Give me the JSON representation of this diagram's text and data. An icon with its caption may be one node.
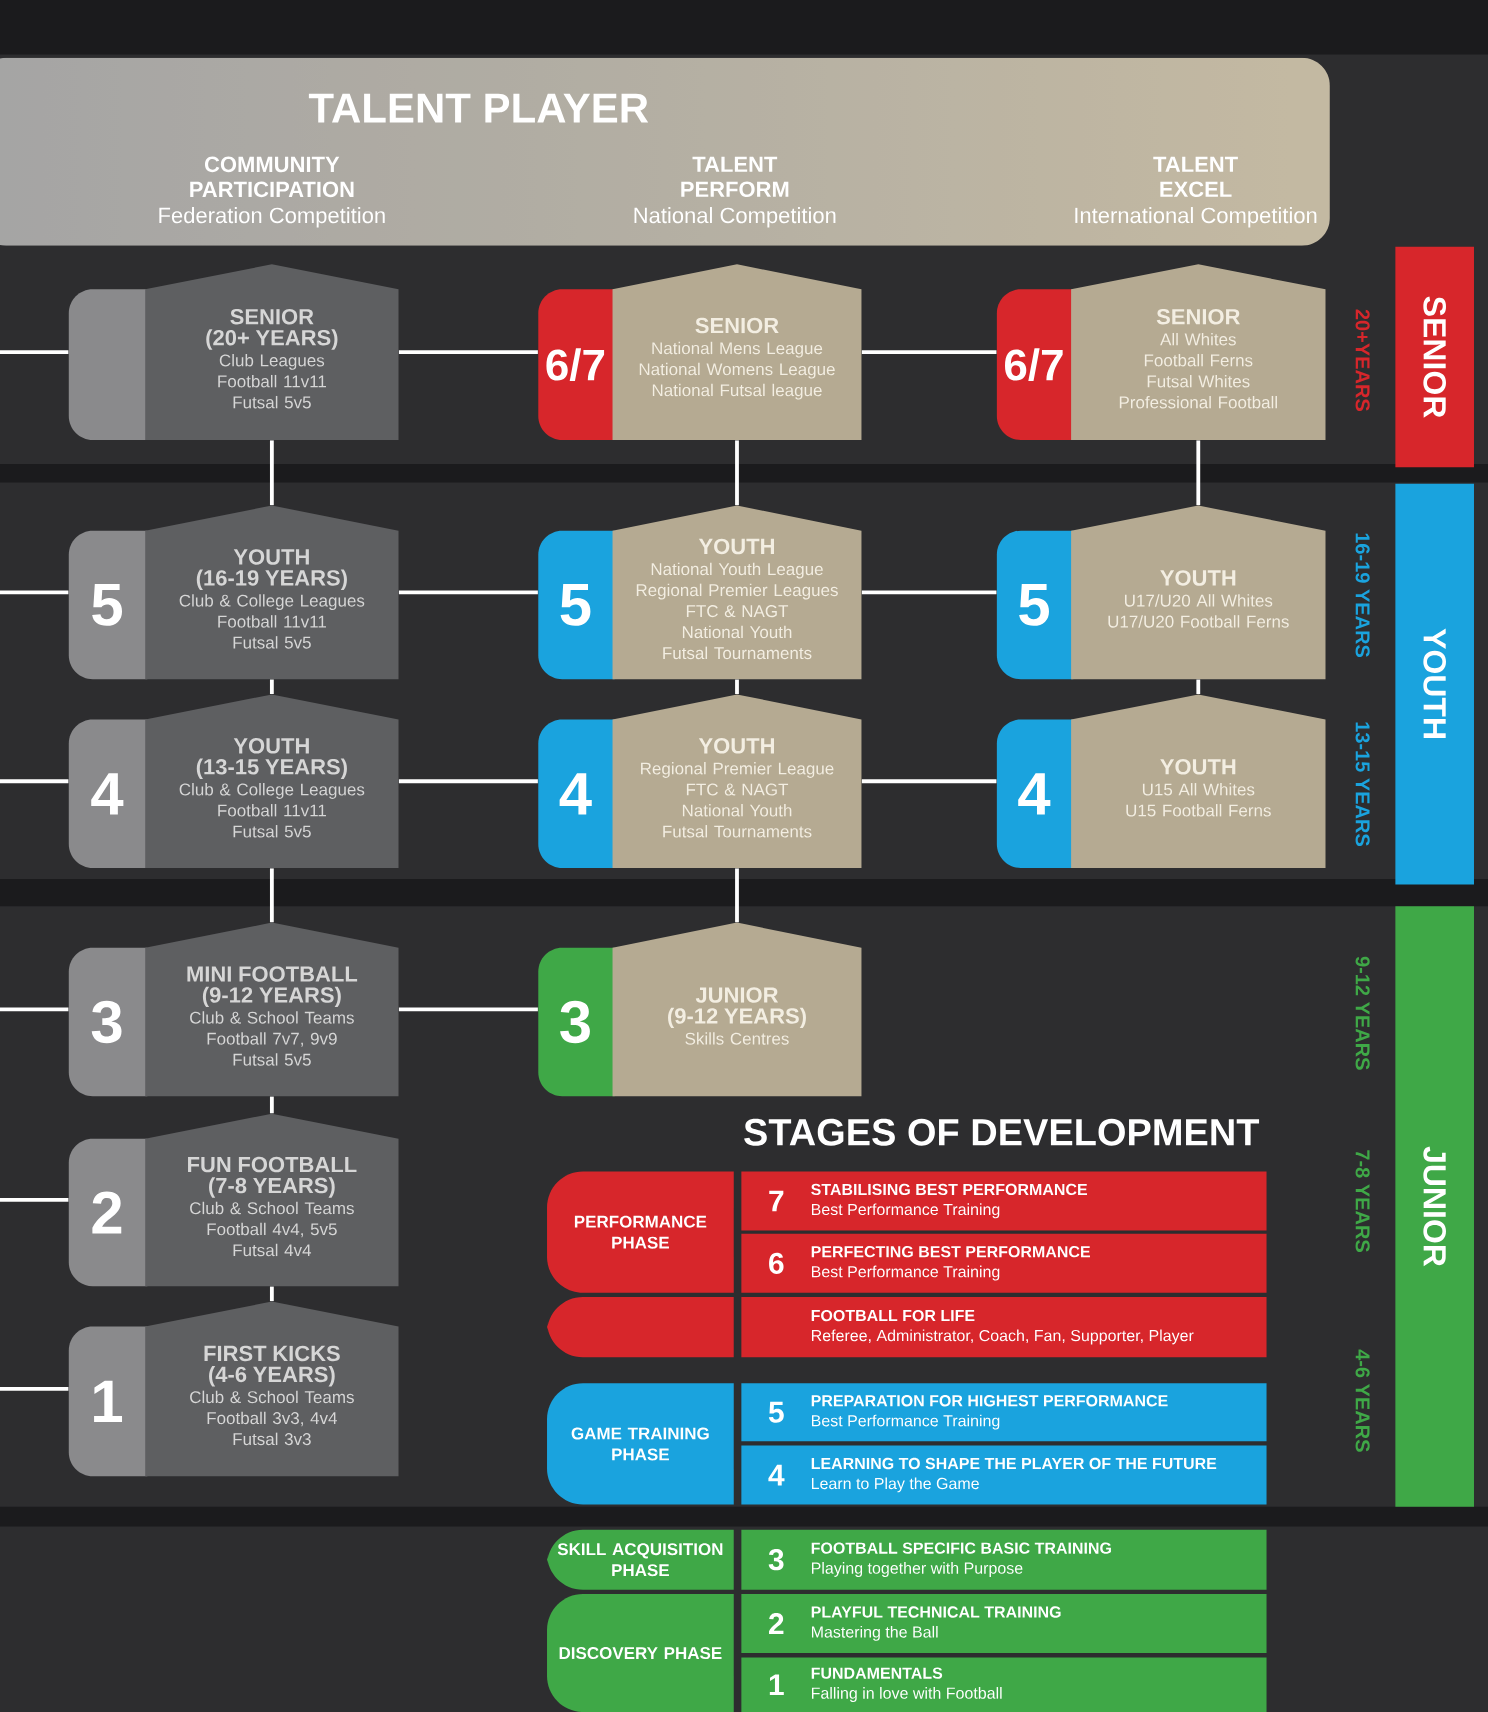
{
  "diagram": {
    "nodes": [
      {
        "text": [
          "TALENT PLAYER",
          "COMMUNITY PARTICIPATION",
          "Federation Competition",
          "TALENT PERFORM",
          "National Competition",
          "TALENT EXCEL",
          "International Competition"
        ]
      },
      {
        "text": [
          "SENIOR",
          "(20+ YEARS)",
          "Club Leagues",
          "Football 11v11",
          "Futsal 5v5"
        ]
      },
      {
        "text": [
          "6/7",
          "SENIOR",
          "National Mens League",
          "National Womens League",
          "National Futsal league"
        ]
      },
      {
        "text": [
          "6/7",
          "SENIOR",
          "All Whites",
          "Football Ferns",
          "Futsal Whites",
          "Professional Football"
        ]
      },
      {
        "text": [
          "5",
          "YOUTH",
          "(16-19 YEARS)",
          "Club & College Leagues",
          "Football 11v11",
          "Futsal 5v5"
        ]
      },
      {
        "text": [
          "5",
          "YOUTH",
          "National Youth League",
          "Regional Premier Leagues",
          "FTC & NAGT",
          "National Youth Futsal Tournaments"
        ]
      },
      {
        "text": [
          "5",
          "YOUTH",
          "U17/U20 All Whites",
          "U17/U20 Football Ferns"
        ]
      },
      {
        "text": [
          "4",
          "YOUTH",
          "(13-15 YEARS)",
          "Club & College Leagues",
          "Football 11v11",
          "Futsal 5v5"
        ]
      },
      {
        "text": [
          "4",
          "YOUTH",
          "Regional Premier League",
          "FTC & NAGT",
          "National Youth Futsal Tournaments"
        ]
      },
      {
        "text": [
          "4",
          "YOUTH",
          "U15 All Whites",
          "U15 Football Ferns"
        ]
      },
      {
        "text": [
          "3",
          "MINI FOOTBALL",
          "(9-12 YEARS)",
          "Club & School Teams",
          "Football 7v7, 9v9",
          "Futsal 5v5"
        ]
      },
      {
        "text": [
          "3",
          "JUNIOR",
          "(9-12 YEARS)",
          "Skills Centres"
        ]
      },
      {
        "text": [
          "2",
          "FUN FOOTBALL",
          "(7-8 YEARS)",
          "Club & School Teams",
          "Football 4v4, 5v5",
          "Futsal 4v4"
        ]
      },
      {
        "text": [
          "1",
          "FIRST KICKS",
          "(4-6 YEARS)",
          "Club & School Teams",
          "Football 3v3, 4v4",
          "Futsal 3v3"
        ]
      },
      {
        "text": [
          "SENIOR"
        ]
      },
      {
        "text": [
          "YOUTH"
        ]
      },
      {
        "text": [
          "JUNIOR"
        ]
      },
      {
        "text": [
          "PERFORMANCE PHASE"
        ]
      },
      {
        "text": [
          "7",
          "STABILISING BEST PERFORMANCE",
          "Best Performance Training"
        ]
      },
      {
        "text": [
          "6",
          "PERFECTING BEST PERFORMANCE",
          "Best Performance Training"
        ]
      },
      {
        "text": [],
        "shape": "box"
      },
      {
        "text": [
          "FOOTBALL FOR LIFE",
          "Referee, Administrator, Coach, Fan, Supporter, Player"
        ]
      },
      {
        "text": [
          "GAME TRAINING PHASE"
        ]
      },
      {
        "text": [
          "5",
          "PREPARATION FOR HIGHEST PERFORMANCE",
          "Best Performance Training"
        ]
      },
      {
        "text": [
          "4",
          "LEARNING TO SHAPE THE PLAYER OF THE FUTURE",
          "Learn to Play the Game"
        ]
      },
      {
        "text": [
          "SKILL ACQUISITION PHASE"
        ]
      },
      {
        "text": [
          "3",
          "FOOTBALL SPECIFIC BASIC TRAINING",
          "Playing together with Purpose"
        ]
      },
      {
        "text": [
          "DISCOVERY PHASE"
        ]
      },
      {
        "text": [
          "2",
          "PLAYFUL TECHNICAL TRAINING",
          "Mastering the Ball"
        ]
      },
      {
        "text": [
          "1",
          "FUNDAMENTALS",
          "Falling in love with Football"
        ]
      }
    ],
    "edges": [
      {
        "from": null,
        "to": 1,
        "arrow": "none"
      },
      {
        "from": null,
        "to": 4,
        "arrow": "none"
      },
      {
        "from": null,
        "to": 7,
        "arrow": "none"
      },
      {
        "from": null,
        "to": 10,
        "arrow": "none"
      },
      {
        "from": null,
        "to": 12,
        "arrow": "none"
      },
      {
        "from": null,
        "to": 13,
        "arrow": "none"
      },
      {
        "from": 1,
        "to": 2,
        "arrow": "none"
      },
      {
        "from": 2,
        "to": 3,
        "arrow": "none"
      },
      {
        "from": 4,
        "to": 5,
        "arrow": "none"
      },
      {
        "from": 5,
        "to": 6,
        "arrow": "none"
      },
      {
        "from": 7,
        "to": 8,
        "arrow": "none"
      },
      {
        "from": 8,
        "to": 9,
        "arrow": "none"
      },
      {
        "from": 10,
        "to": 11,
        "arrow": "none"
      },
      {
        "from": 1,
        "to": 4,
        "arrow": "none"
      },
      {
        "from": 4,
        "to": 7,
        "arrow": "none"
      },
      {
        "from": 7,
        "to": 10,
        "arrow": "none"
      },
      {
        "from": 10,
        "to": 12,
        "arrow": "none"
      },
      {
        "from": 12,
        "to": 13,
        "arrow": "none"
      },
      {
        "from": 2,
        "to": 5,
        "arrow": "none"
      },
      {
        "from": 5,
        "to": 8,
        "arrow": "none"
      },
      {
        "from": 8,
        "to": 11,
        "arrow": "none"
      },
      {
        "from": 3,
        "to": 6,
        "arrow": "none"
      },
      {
        "from": 6,
        "to": 9,
        "arrow": "none"
      }
    ],
    "labels": [
      "20+YEARS",
      "16-19 YEARS",
      "13-15 YEARS",
      "9-12 YEARS",
      "7-8 YEARS",
      "4-6 YEARS",
      "STAGES OF DEVELOPMENT"
    ]
  }
}
